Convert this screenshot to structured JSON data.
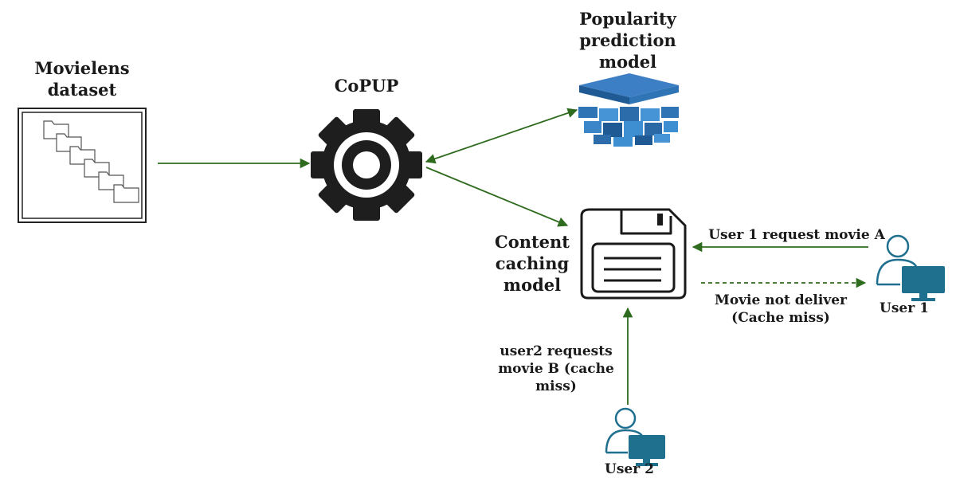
{
  "nodes": {
    "dataset": {
      "title_lines": [
        "Movielens",
        "dataset"
      ]
    },
    "copup": {
      "title": "CoPUP"
    },
    "popularity": {
      "title_lines": [
        "Popularity",
        "prediction",
        "model"
      ]
    },
    "caching": {
      "title_lines": [
        "Content",
        "caching",
        "model"
      ]
    },
    "user1": {
      "label": "User 1"
    },
    "user2": {
      "label": "User 2"
    }
  },
  "edges": {
    "user1_request": {
      "label": "User 1 request movie A"
    },
    "not_deliver": {
      "label_lines": [
        "Movie not deliver",
        "(Cache miss)"
      ]
    },
    "user2_request": {
      "label_lines": [
        "user2 requests",
        "movie B (cache",
        "miss)"
      ]
    }
  },
  "colors": {
    "arrow": "#2e6b1e",
    "monitor": "#1f6f8f",
    "cube_top": "#2f6fae",
    "cube_side": "#3d8fd1",
    "gear": "#1e1e1e"
  },
  "icons": {
    "dataset": "folder-stack-icon",
    "copup": "gear-icon",
    "popularity": "stacked-cubes-icon",
    "caching": "floppy-disk-icon",
    "user": "user-computer-icon"
  }
}
